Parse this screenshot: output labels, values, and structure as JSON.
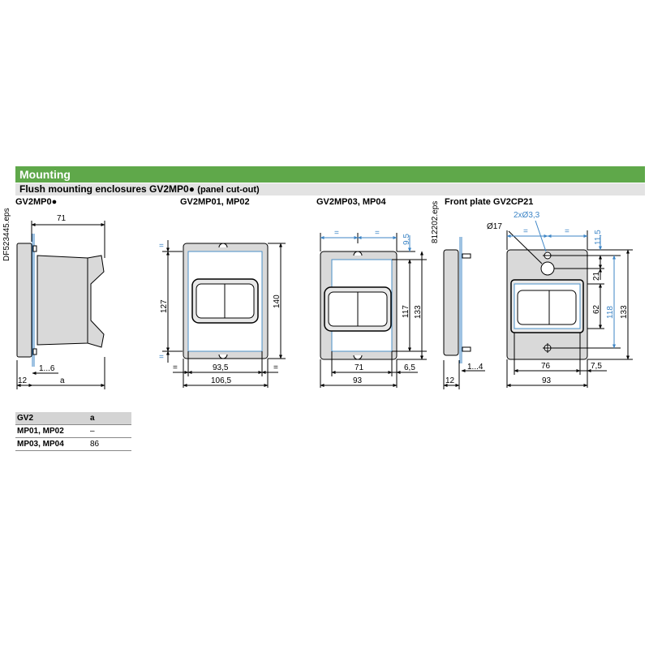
{
  "section_title": "Mounting",
  "subtitle": "Flush mounting enclosures GV2MP0",
  "subtitle_bullet": "●",
  "subtitle_note": "(panel cut-out)",
  "figures": [
    {
      "title": "GV2MP0",
      "bullet": "●"
    },
    {
      "title": "GV2MP01, MP02"
    },
    {
      "title": "GV2MP03, MP04"
    },
    {
      "title": "Front plate GV2CP21"
    }
  ],
  "file_refs": [
    "DF523445.eps",
    "812202.eps"
  ],
  "dims": {
    "fig1": {
      "depth": "71",
      "range": "1...6",
      "flange": "12",
      "a": "a"
    },
    "fig2": {
      "eq": "=",
      "height": "127",
      "total_height": "140",
      "width": "93,5",
      "total_width": "106,5"
    },
    "fig3": {
      "eq": "=",
      "top_offset": "9,5",
      "height": "117",
      "total_height": "133",
      "width": "71",
      "offset": "6,5",
      "total_width": "93"
    },
    "fig4": {
      "range": "1...4",
      "flange": "12",
      "hole_dia": "Ø17",
      "holes": "2xØ3,3",
      "eq": "=",
      "top_offset": "11,5",
      "spacing": "21",
      "window_h": "62",
      "holes_h": "118",
      "total_height": "133",
      "window_w": "76",
      "side": "7,5",
      "total_width": "93"
    }
  },
  "table": {
    "headers": [
      "GV2",
      "a"
    ],
    "rows": [
      [
        "MP01, MP02",
        "–"
      ],
      [
        "MP03, MP04",
        "86"
      ]
    ]
  },
  "colors": {
    "header_green": "#5fa84a",
    "subtitle_gray": "#e3e3e3",
    "cutout_blue": "#4a90c8",
    "dim_blue": "#3d85c6",
    "body_gray": "#d9d9d9"
  }
}
